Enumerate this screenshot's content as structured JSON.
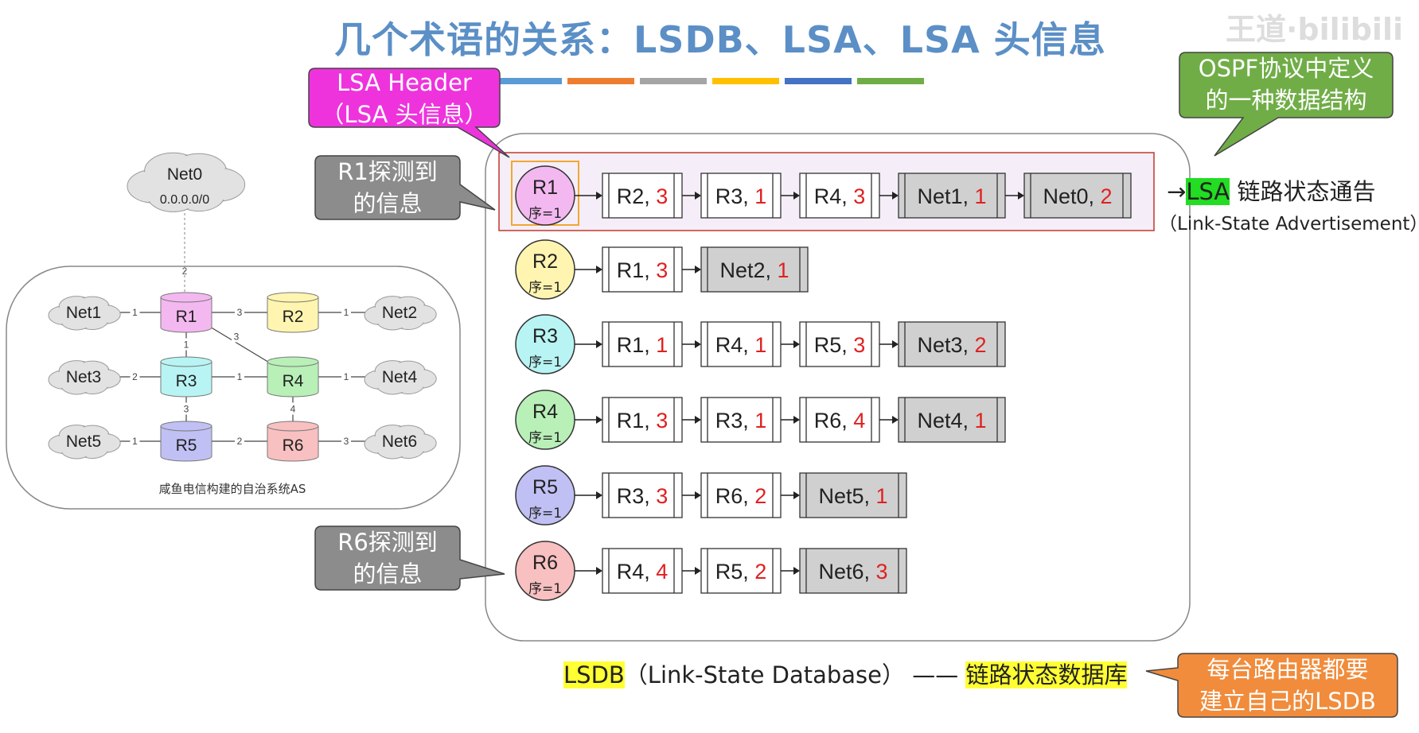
{
  "title": "几个术语的关系：LSDB、LSA、LSA 头信息",
  "watermark": "王道·bilibili",
  "palette_bar_colors": [
    "#5b9bd5",
    "#ed7d31",
    "#a5a5a5",
    "#ffc000",
    "#4472c4",
    "#70ad47"
  ],
  "callouts": {
    "lsa_header": {
      "line1": "LSA Header",
      "line2": "（LSA 头信息）",
      "color": "#ee33dd"
    },
    "ospf_def": {
      "line1": "OSPF协议中定义",
      "line2": "的一种数据结构",
      "color": "#70ad47"
    },
    "r1_probe": {
      "line1": "R1探测到",
      "line2": "的信息",
      "color": "#8c8c8c"
    },
    "r6_probe": {
      "line1": "R6探测到",
      "line2": "的信息",
      "color": "#8c8c8c"
    },
    "each_router": {
      "line1": "每台路由器都要",
      "line2": "建立自己的LSDB",
      "color": "#f08c3c"
    }
  },
  "lsa_label": {
    "arrow": "→",
    "abbr": "LSA",
    "cn": " 链路状态通告",
    "en": "（Link-State Advertisement）"
  },
  "lsdb_label": {
    "abbr": "LSDB",
    "en": "（Link-State Database）",
    "dash": " —— ",
    "cn": "链路状态数据库"
  },
  "network": {
    "caption": "咸鱼电信构建的自治系统AS",
    "internet": {
      "name": "Net0",
      "addr": "0.0.0.0/0",
      "cost": "2"
    },
    "routers": [
      {
        "id": "R1",
        "color": "#f4b8f0"
      },
      {
        "id": "R2",
        "color": "#fff5b0"
      },
      {
        "id": "R3",
        "color": "#b8f4f4"
      },
      {
        "id": "R4",
        "color": "#b8f0b8"
      },
      {
        "id": "R5",
        "color": "#c0c0f4"
      },
      {
        "id": "R6",
        "color": "#f8c0c0"
      }
    ],
    "nets": [
      "Net1",
      "Net2",
      "Net3",
      "Net4",
      "Net5",
      "Net6"
    ],
    "links": [
      {
        "a": "Net1",
        "b": "R1",
        "cost": "1"
      },
      {
        "a": "R1",
        "b": "R2",
        "cost": "3"
      },
      {
        "a": "R2",
        "b": "Net2",
        "cost": "1"
      },
      {
        "a": "R1",
        "b": "R3",
        "cost": "1"
      },
      {
        "a": "R1",
        "b": "R4",
        "cost": "3"
      },
      {
        "a": "Net3",
        "b": "R3",
        "cost": "2"
      },
      {
        "a": "R3",
        "b": "R4",
        "cost": "1"
      },
      {
        "a": "R4",
        "b": "Net4",
        "cost": "1"
      },
      {
        "a": "R3",
        "b": "R5",
        "cost": "3"
      },
      {
        "a": "R4",
        "b": "R6",
        "cost": "4"
      },
      {
        "a": "Net5",
        "b": "R5",
        "cost": "1"
      },
      {
        "a": "R5",
        "b": "R6",
        "cost": "2"
      },
      {
        "a": "R6",
        "b": "Net6",
        "cost": "3"
      }
    ]
  },
  "lsdb": {
    "seq_label": "序=1",
    "rows": [
      {
        "router": "R1",
        "color": "#f4b8f0",
        "entries": [
          {
            "name": "R2, ",
            "cost": "3",
            "net": false
          },
          {
            "name": "R3, ",
            "cost": "1",
            "net": false
          },
          {
            "name": "R4, ",
            "cost": "3",
            "net": false
          },
          {
            "name": "Net1, ",
            "cost": "1",
            "net": true
          },
          {
            "name": "Net0, ",
            "cost": "2",
            "net": true
          }
        ]
      },
      {
        "router": "R2",
        "color": "#fff5b0",
        "entries": [
          {
            "name": "R1, ",
            "cost": "3",
            "net": false
          },
          {
            "name": "Net2, ",
            "cost": "1",
            "net": true
          }
        ]
      },
      {
        "router": "R3",
        "color": "#b8f4f4",
        "entries": [
          {
            "name": "R1, ",
            "cost": "1",
            "net": false
          },
          {
            "name": "R4, ",
            "cost": "1",
            "net": false
          },
          {
            "name": "R5, ",
            "cost": "3",
            "net": false
          },
          {
            "name": "Net3, ",
            "cost": "2",
            "net": true
          }
        ]
      },
      {
        "router": "R4",
        "color": "#b8f0b8",
        "entries": [
          {
            "name": "R1, ",
            "cost": "3",
            "net": false
          },
          {
            "name": "R3, ",
            "cost": "1",
            "net": false
          },
          {
            "name": "R6, ",
            "cost": "4",
            "net": false
          },
          {
            "name": "Net4, ",
            "cost": "1",
            "net": true
          }
        ]
      },
      {
        "router": "R5",
        "color": "#c0c0f4",
        "entries": [
          {
            "name": "R3, ",
            "cost": "3",
            "net": false
          },
          {
            "name": "R6, ",
            "cost": "2",
            "net": false
          },
          {
            "name": "Net5, ",
            "cost": "1",
            "net": true
          }
        ]
      },
      {
        "router": "R6",
        "color": "#f8c0c0",
        "entries": [
          {
            "name": "R4, ",
            "cost": "4",
            "net": false
          },
          {
            "name": "R5, ",
            "cost": "2",
            "net": false
          },
          {
            "name": "Net6, ",
            "cost": "3",
            "net": true
          }
        ]
      }
    ]
  }
}
